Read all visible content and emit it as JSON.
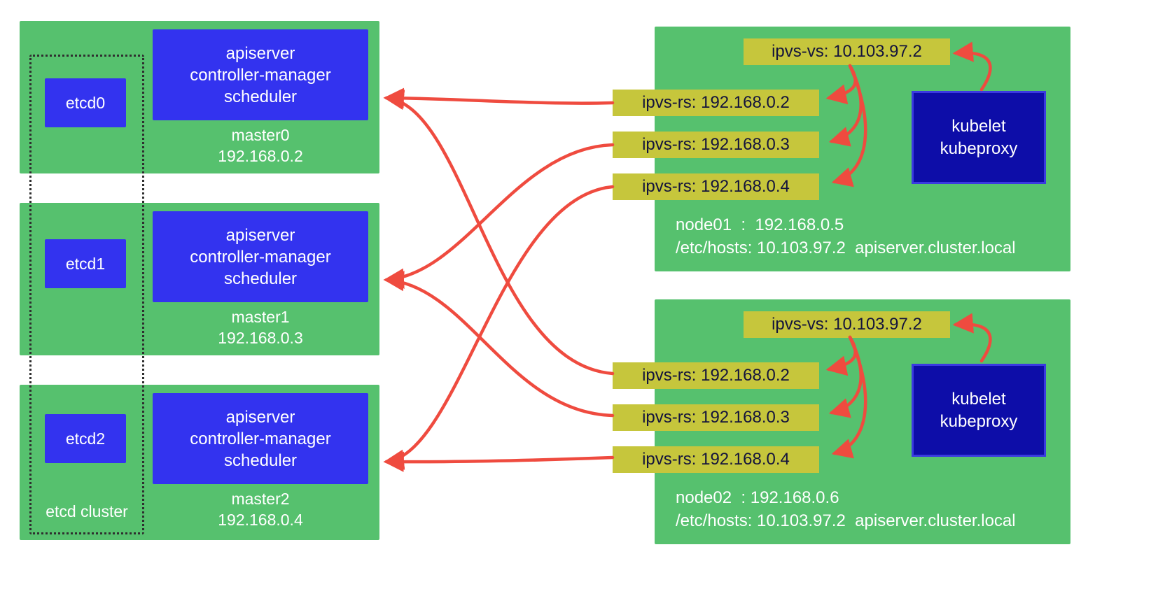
{
  "colors": {
    "green": "#56c16e",
    "blue": "#3333ef",
    "navy": "#0d0da8",
    "yellow": "#c6c63c",
    "red": "#ef4b3f"
  },
  "etcd": {
    "label": "etcd cluster",
    "members": [
      "etcd0",
      "etcd1",
      "etcd2"
    ]
  },
  "masters": [
    {
      "components": [
        "apiserver",
        "controller-manager",
        "scheduler"
      ],
      "name": "master0",
      "ip": "192.168.0.2"
    },
    {
      "components": [
        "apiserver",
        "controller-manager",
        "scheduler"
      ],
      "name": "master1",
      "ip": "192.168.0.3"
    },
    {
      "components": [
        "apiserver",
        "controller-manager",
        "scheduler"
      ],
      "name": "master2",
      "ip": "192.168.0.4"
    }
  ],
  "nodes": [
    {
      "ipvs_vs": "ipvs-vs: 10.103.97.2",
      "ipvs_rs": [
        "ipvs-rs: 192.168.0.2",
        "ipvs-rs: 192.168.0.3",
        "ipvs-rs: 192.168.0.4"
      ],
      "kubelet": [
        "kubelet",
        "kubeproxy"
      ],
      "info": "node01  :  192.168.0.5",
      "hosts": "/etc/hosts: 10.103.97.2  apiserver.cluster.local"
    },
    {
      "ipvs_vs": "ipvs-vs: 10.103.97.2",
      "ipvs_rs": [
        "ipvs-rs: 192.168.0.2",
        "ipvs-rs: 192.168.0.3",
        "ipvs-rs: 192.168.0.4"
      ],
      "kubelet": [
        "kubelet",
        "kubeproxy"
      ],
      "info": "node02  : 192.168.0.6",
      "hosts": "/etc/hosts: 10.103.97.2  apiserver.cluster.local"
    }
  ]
}
